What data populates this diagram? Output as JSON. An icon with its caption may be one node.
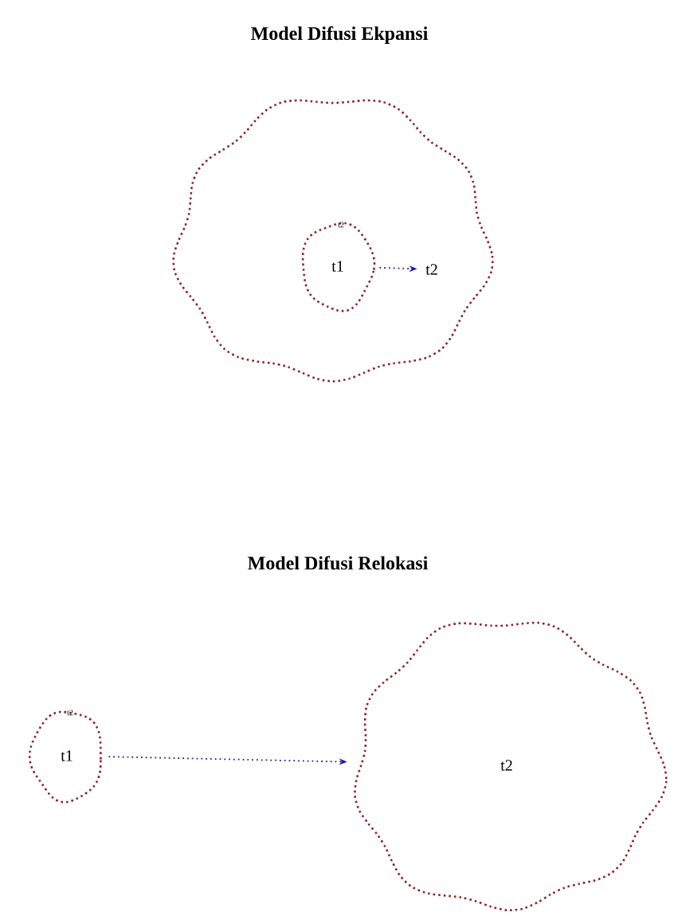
{
  "diagram": {
    "nodes": [
      {
        "text": [],
        "shape": "cloud"
      },
      {
        "text": [
          "t2",
          "t1"
        ],
        "in": 0
      },
      {
        "text": [
          "t2"
        ],
        "in": 0
      },
      {
        "text": [
          "t2",
          "t1"
        ]
      },
      {
        "text": [
          "t2"
        ]
      }
    ],
    "edges": [
      {
        "from": 1,
        "to": 2,
        "arrow": "to",
        "style": "dashed",
        "color": "#1a1aa8"
      },
      {
        "from": 3,
        "to": 4,
        "arrow": "to",
        "style": "dashed",
        "color": "#1a1aa8"
      }
    ],
    "labels": [
      "Model Difusi Ekpansi",
      "Model Difusi Relokasi"
    ]
  }
}
